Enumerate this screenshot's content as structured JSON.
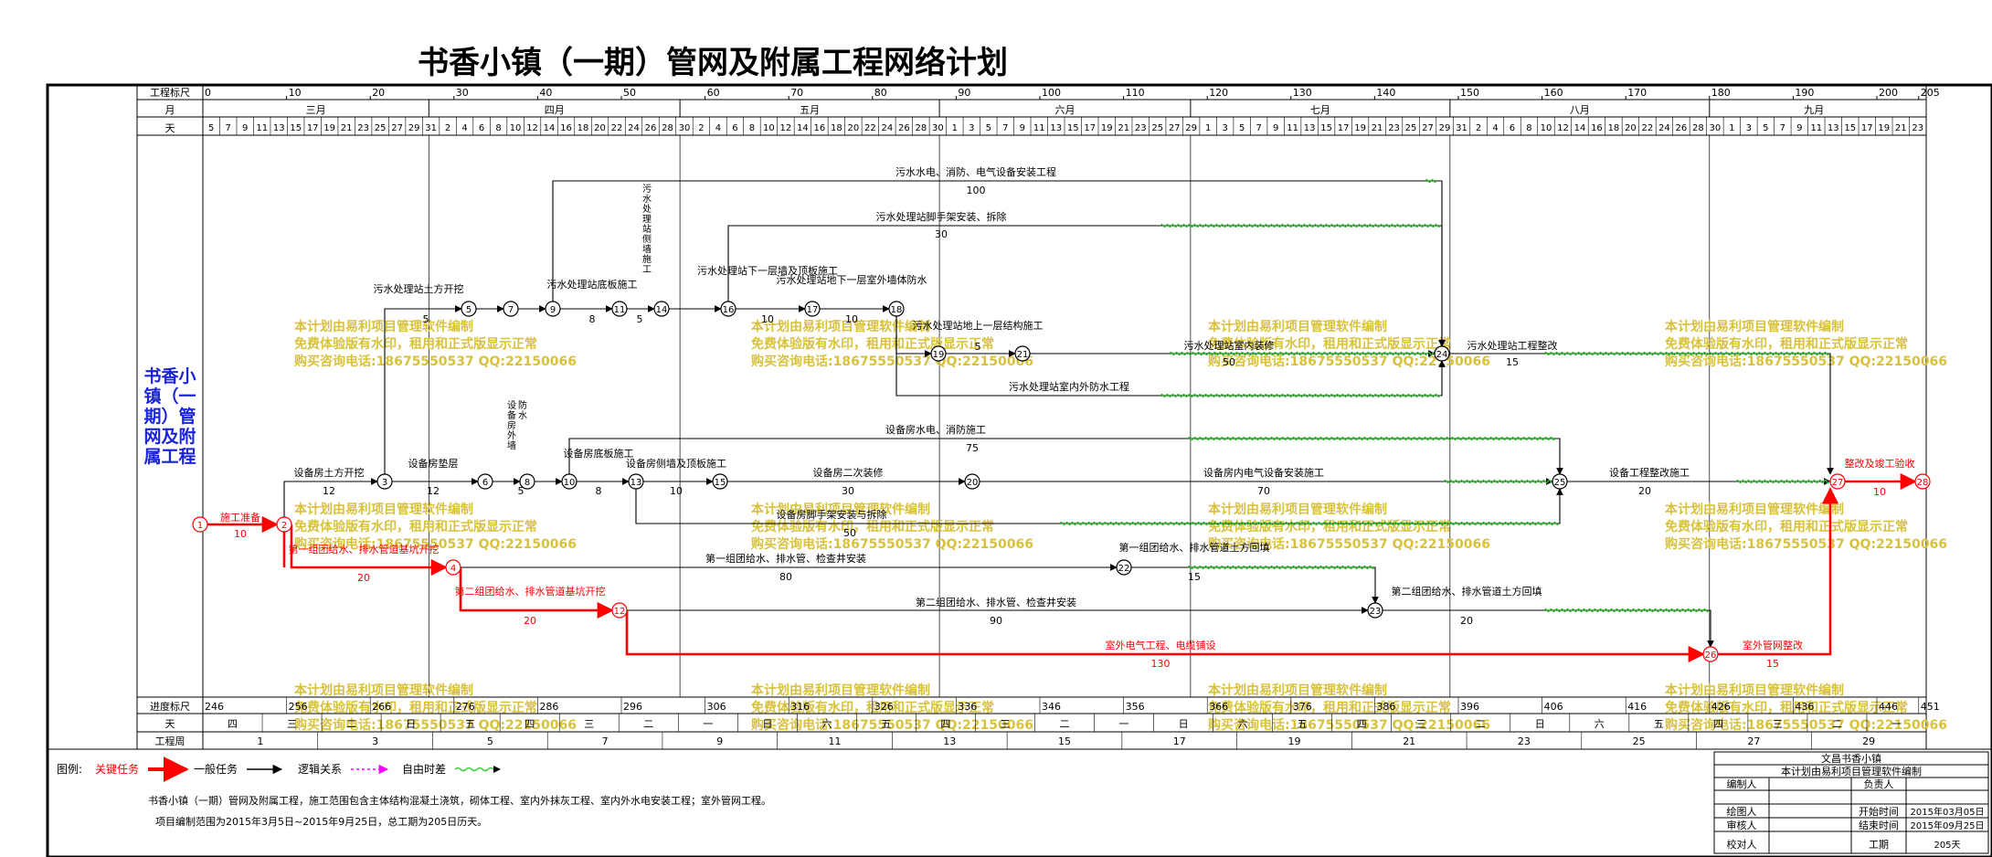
{
  "title": "书香小镇（一期）管网及附属工程网络计划",
  "side_label": [
    "书香小",
    "镇（一",
    "期）管",
    "网及附",
    "属工程"
  ],
  "header": {
    "row_ruler": "工程标尺",
    "row_month": "月",
    "row_day": "天",
    "ruler_ticks": [
      "0",
      "10",
      "20",
      "30",
      "40",
      "50",
      "60",
      "70",
      "80",
      "90",
      "100",
      "110",
      "120",
      "130",
      "140",
      "150",
      "160",
      "170",
      "180",
      "190",
      "200",
      "205"
    ],
    "months": [
      "三月",
      "四月",
      "五月",
      "六月",
      "七月",
      "八月",
      "九月"
    ],
    "days": [
      "5",
      "7",
      "9",
      "11",
      "13",
      "15",
      "17",
      "19",
      "21",
      "23",
      "25",
      "27",
      "29",
      "31",
      "2",
      "4",
      "6",
      "8",
      "10",
      "12",
      "14",
      "16",
      "18",
      "20",
      "22",
      "24",
      "26",
      "28",
      "30",
      "2",
      "4",
      "6",
      "8",
      "10",
      "12",
      "14",
      "16",
      "18",
      "20",
      "22",
      "24",
      "26",
      "28",
      "30",
      "1",
      "3",
      "5",
      "7",
      "9",
      "11",
      "13",
      "15",
      "17",
      "19",
      "21",
      "23",
      "25",
      "27",
      "29",
      "1",
      "3",
      "5",
      "7",
      "9",
      "11",
      "13",
      "15",
      "17",
      "19",
      "21",
      "23",
      "25",
      "27",
      "29",
      "31",
      "2",
      "4",
      "6",
      "8",
      "10",
      "12",
      "14",
      "16",
      "18",
      "20",
      "22",
      "24",
      "26",
      "28",
      "30",
      "1",
      "3",
      "5",
      "7",
      "9",
      "11",
      "13",
      "15",
      "17",
      "19",
      "21",
      "23"
    ]
  },
  "footer": {
    "row_progress": "进度标尺",
    "row_day": "天",
    "row_week": "工程周",
    "progress_ticks": [
      "246",
      "256",
      "266",
      "276",
      "286",
      "296",
      "306",
      "316",
      "326",
      "336",
      "346",
      "356",
      "366",
      "376",
      "386",
      "396",
      "406",
      "416",
      "426",
      "436",
      "446",
      "451"
    ],
    "weekdays": [
      "四",
      "三",
      "二",
      "日",
      "五",
      "四",
      "三",
      "二",
      "一",
      "日",
      "六",
      "五",
      "四",
      "三",
      "二",
      "一",
      "日",
      "六",
      "五",
      "四",
      "三",
      "二",
      "日",
      "六",
      "五",
      "四",
      "三",
      "二",
      "一"
    ],
    "weeks": [
      "1",
      "3",
      "5",
      "7",
      "9",
      "11",
      "13",
      "15",
      "17",
      "19",
      "21",
      "23",
      "25",
      "27",
      "29"
    ]
  },
  "nodes": [
    "1",
    "2",
    "3",
    "4",
    "5",
    "6",
    "7",
    "8",
    "9",
    "10",
    "11",
    "12",
    "13",
    "14",
    "15",
    "16",
    "17",
    "18",
    "19",
    "20",
    "21",
    "22",
    "23",
    "24",
    "25",
    "26",
    "27",
    "28"
  ],
  "tasks": [
    {
      "name": "施工准备",
      "duration": "10",
      "critical": true
    },
    {
      "name": "第一组团给水、排水管道基坑开挖",
      "duration": "20",
      "critical": true
    },
    {
      "name": "设备房土方开挖",
      "duration": "12",
      "critical": false
    },
    {
      "name": "第二组团给水、排水管道基坑开挖",
      "duration": "20",
      "critical": true
    },
    {
      "name": "第一组团给水、排水管、检查井安装",
      "duration": "80",
      "critical": false
    },
    {
      "name": "第一组团给水、排水管道土方回填",
      "duration": "15",
      "critical": false
    },
    {
      "name": "第二组团给水、排水管、检查井安装",
      "duration": "90",
      "critical": false
    },
    {
      "name": "第二组团给水、排水管道土方回填",
      "duration": "20",
      "critical": false
    },
    {
      "name": "室外电气工程、电缆铺设",
      "duration": "130",
      "critical": true
    },
    {
      "name": "室外管网整改",
      "duration": "15",
      "critical": true
    },
    {
      "name": "整改及竣工验收",
      "duration": "10",
      "critical": true
    },
    {
      "name": "设备房垫层",
      "duration": "12",
      "critical": false
    },
    {
      "name": "设备房底板施工",
      "duration": "8",
      "critical": false
    },
    {
      "name": "设备房侧墙及顶板施工",
      "duration": "10",
      "critical": false
    },
    {
      "name": "设备房外墙防水",
      "duration": "5",
      "critical": false
    },
    {
      "name": "设备房二次装修",
      "duration": "30",
      "critical": false
    },
    {
      "name": "设备房内电气设备安装施工",
      "duration": "70",
      "critical": false
    },
    {
      "name": "设备房水电、消防施工",
      "duration": "75",
      "critical": false
    },
    {
      "name": "设备房脚手架安装与拆除",
      "duration": "50",
      "critical": false
    },
    {
      "name": "设备工程整改施工",
      "duration": "20",
      "critical": false
    },
    {
      "name": "污水处理站土方开挖",
      "duration": "5",
      "critical": false
    },
    {
      "name": "污水处理站底板施工",
      "duration": "8",
      "critical": false
    },
    {
      "name": "污水处理站侧墙施工",
      "duration": "5",
      "critical": false
    },
    {
      "name": "污水处理站下一层墙及顶板施工",
      "duration": "10",
      "critical": false
    },
    {
      "name": "污水处理站地下一层室外墙体防水",
      "duration": "10",
      "critical": false
    },
    {
      "name": "污水处理站地上一层结构施工",
      "duration": "5",
      "critical": false
    },
    {
      "name": "污水处理站室内装修",
      "duration": "50",
      "critical": false
    },
    {
      "name": "污水处理站室内外防水工程",
      "duration": "",
      "critical": false
    },
    {
      "name": "污水处理站工程整改",
      "duration": "15",
      "critical": false
    },
    {
      "name": "污水处理站脚手架安装、拆除",
      "duration": "30",
      "critical": false
    },
    {
      "name": "污水水电、消防、电气设备安装工程",
      "duration": "100",
      "critical": false
    }
  ],
  "watermark": [
    "本计划由易利项目管理软件编制",
    "免费体验版有水印，租用和正式版显示正常",
    "购买咨询电话:18675550537 QQ:22150066"
  ],
  "legend": {
    "label": "图例:",
    "critical": "关键任务",
    "normal": "一般任务",
    "logic": "逻辑关系",
    "float": "自由时差"
  },
  "notes": [
    "书香小镇（一期）管网及附属工程，施工范围包含主体结构混凝土浇筑，砌体工程、室内外抹灰工程、室内外水电安装工程；室外管网工程。",
    "项目编制范围为2015年3月5日~2015年9月25日，总工期为205日历天。"
  ],
  "info_table": {
    "company": "文昌书香小镇",
    "software": "本计划由易利项目管理软件编制",
    "left_labels": [
      "编制人",
      "绘图人",
      "审核人",
      "校对人"
    ],
    "right_labels": [
      "负责人",
      "开始时间",
      "结束时间",
      "工期"
    ],
    "right_values": [
      "",
      "2015年03月05日",
      "2015年09月25日",
      "205天"
    ]
  },
  "colors": {
    "critical": "#ff0000",
    "normal": "#000000",
    "float": "#33cc33",
    "side": "#1a24d8",
    "watermark": "#d8c23c"
  }
}
